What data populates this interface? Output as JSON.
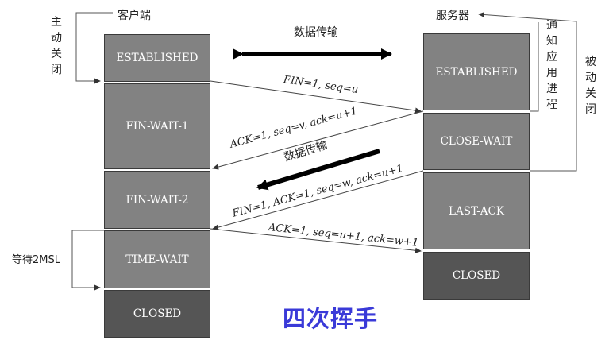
{
  "client": {
    "title": "客户端",
    "side_label": "主动关闭",
    "wait_label": "等待2MSL",
    "states": [
      "ESTABLISHED",
      "FIN-WAIT-1",
      "FIN-WAIT-2",
      "TIME-WAIT",
      "CLOSED"
    ]
  },
  "server": {
    "title": "服务器",
    "notify_label": "通知应用进程",
    "side_label": "被动关闭",
    "states": [
      "ESTABLISHED",
      "CLOSE-WAIT",
      "LAST-ACK",
      "CLOSED"
    ]
  },
  "data_transfer_top": "数据传输",
  "data_transfer_mid": "数据传输",
  "messages": [
    "FIN=1,  seq=u",
    "ACK=1, seq=v, ack=u+1",
    "FIN=1,  ACK=1,  seq=w, ack=u+1",
    "ACK=1, seq=u+1, ack=w+1"
  ],
  "caption": "四次挥手",
  "colors": {
    "state_fill": "#828282",
    "closed_fill": "#555555",
    "caption": "#3a3ad8"
  }
}
